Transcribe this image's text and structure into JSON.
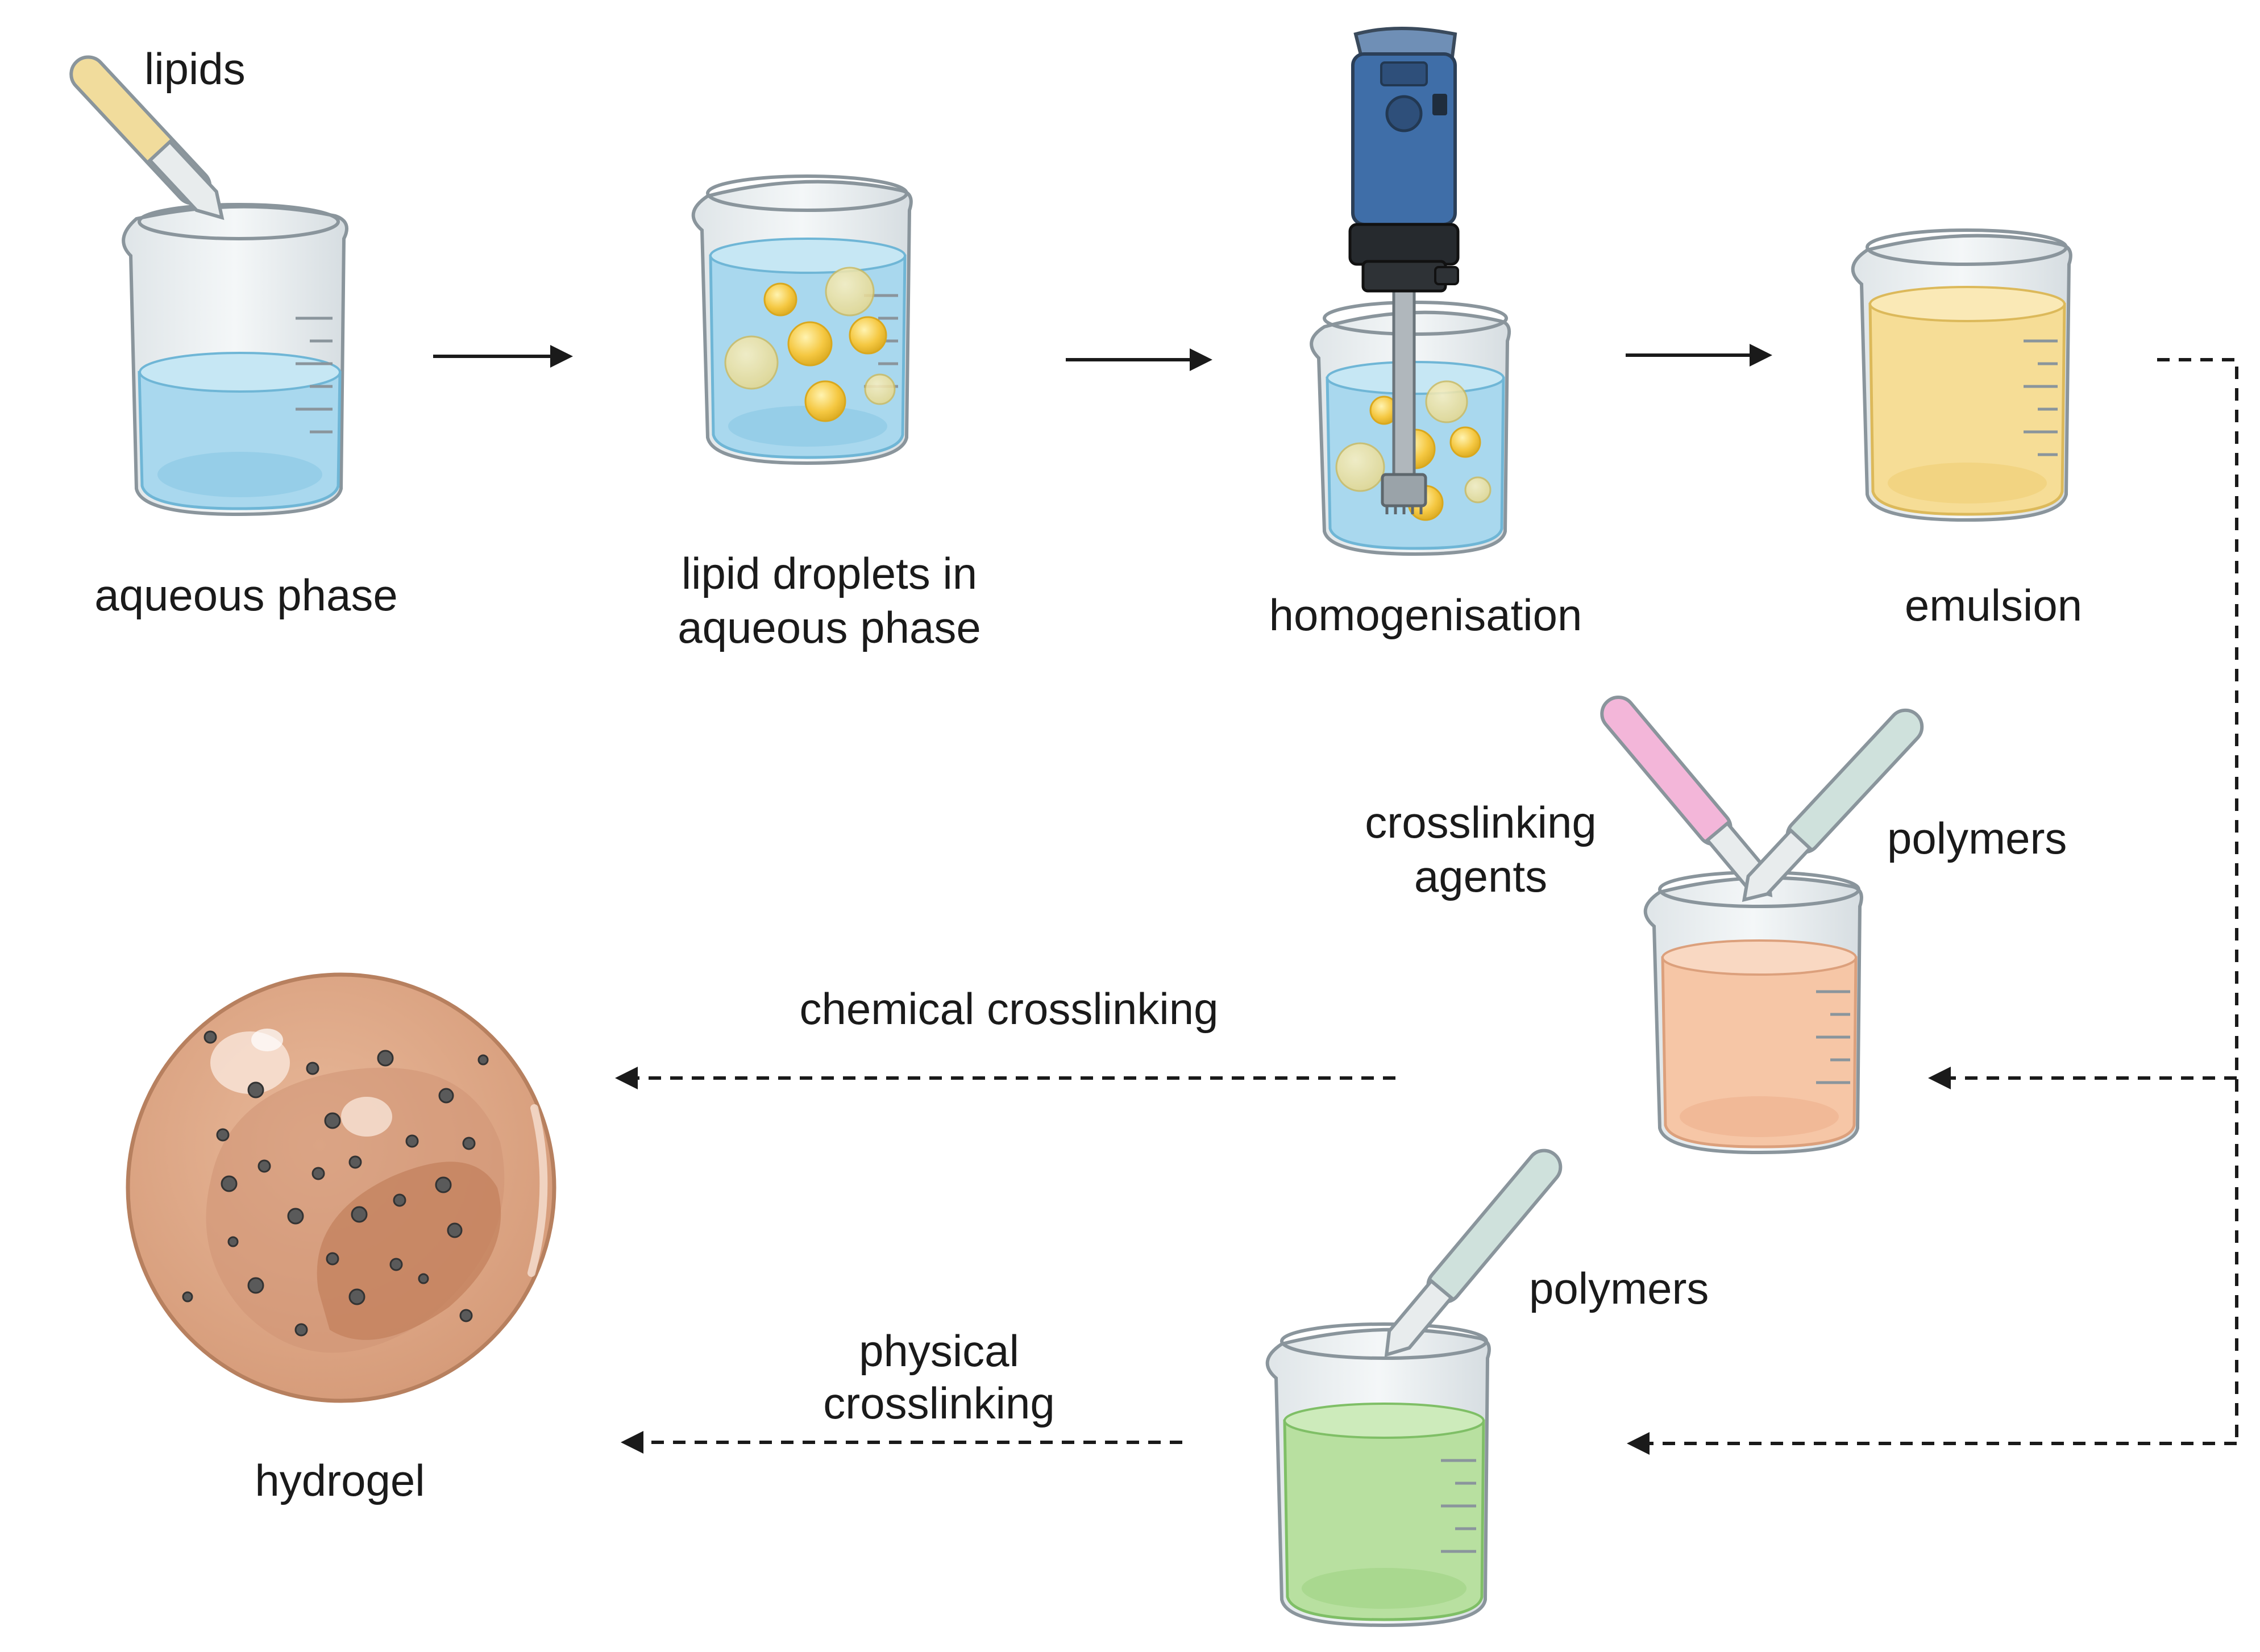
{
  "labels": {
    "lipids": "lipids",
    "aqueous_phase": "aqueous phase",
    "lipid_droplets_line1": "lipid droplets in",
    "lipid_droplets_line2": "aqueous phase",
    "homogenisation": "homogenisation",
    "emulsion": "emulsion",
    "crosslinking_agents_line1": "crosslinking",
    "crosslinking_agents_line2": "agents",
    "polymers_top": "polymers",
    "chemical_crosslinking": "chemical crosslinking",
    "polymers_bottom": "polymers",
    "physical_crosslinking_line1": "physical",
    "physical_crosslinking_line2": "crosslinking",
    "hydrogel": "hydrogel"
  },
  "colors": {
    "aqueous": "#a9d8ee",
    "lipid_droplet": "#f5c842",
    "homogeniser_body": "#3f6ea8",
    "emulsion": "#f6dd96",
    "chemical_mix": "#f6c6a6",
    "physical_mix": "#b8e0a0",
    "spatula_lipid": "#f1dc9c",
    "spatula_crosslinker": "#f3b6d9",
    "spatula_polymer": "#cfe1dc",
    "hydrogel": "#dfa98a",
    "arrow": "#1a1a1a"
  }
}
